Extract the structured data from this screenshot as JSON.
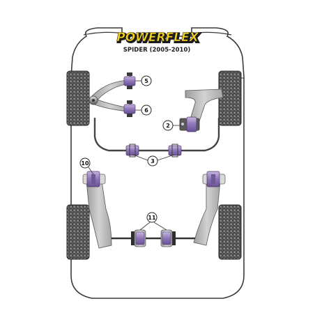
{
  "brand": {
    "logo_text": "POWERFLEX",
    "subtitle": "SPIDER (2005-2010)"
  },
  "callouts": {
    "c2": "2",
    "c3": "3",
    "c5": "5",
    "c6": "6",
    "c10": "10",
    "c11": "11"
  },
  "colors": {
    "body_outline": "#3a3a3a",
    "tyre": "#4a4a4a",
    "arm_grey": "#b9b9b9",
    "bush_purple": "#8e74b8",
    "bush_purple_light": "#c6b6de",
    "logo_yellow": "#f5d21c",
    "logo_shadow": "#1b1b1b"
  }
}
